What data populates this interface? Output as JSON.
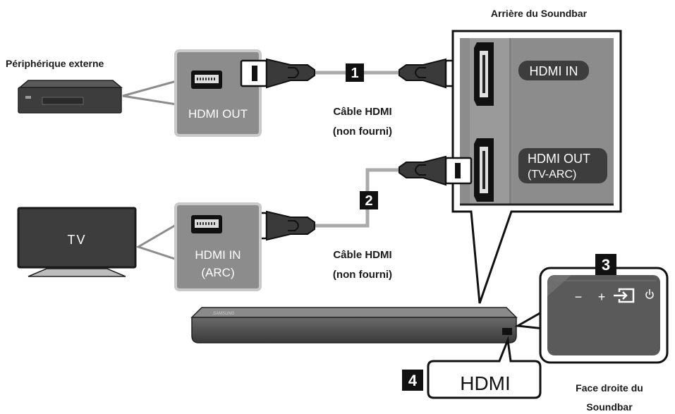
{
  "labels": {
    "external_device": "Périphérique externe",
    "soundbar_back": "Arrière du Soundbar",
    "soundbar_right_side_line1": "Face droite du",
    "soundbar_right_side_line2": "Soundbar",
    "tv": "TV",
    "brand": "SAMSUNG"
  },
  "ports": {
    "device_hdmi_out": "HDMI OUT",
    "tv_hdmi_in_line1": "HDMI IN",
    "tv_hdmi_in_line2": "(ARC)",
    "soundbar_hdmi_in": "HDMI IN",
    "soundbar_hdmi_out_line1": "HDMI OUT",
    "soundbar_hdmi_out_line2": "(TV-ARC)",
    "side_display": "HDMI"
  },
  "cables": {
    "cable1_line1": "Câble HDMI",
    "cable1_line2": "(non fourni)",
    "cable2_line1": "Câble HDMI",
    "cable2_line2": "(non fourni)"
  },
  "steps": [
    "1",
    "2",
    "3",
    "4"
  ],
  "buttons": {
    "volume_down": "−",
    "volume_up": "+"
  },
  "colors": {
    "panel_gray": "#8c8c8c",
    "dark_gray": "#3d3d3d",
    "cable_gray": "#aaaaaa",
    "black": "#111111"
  }
}
